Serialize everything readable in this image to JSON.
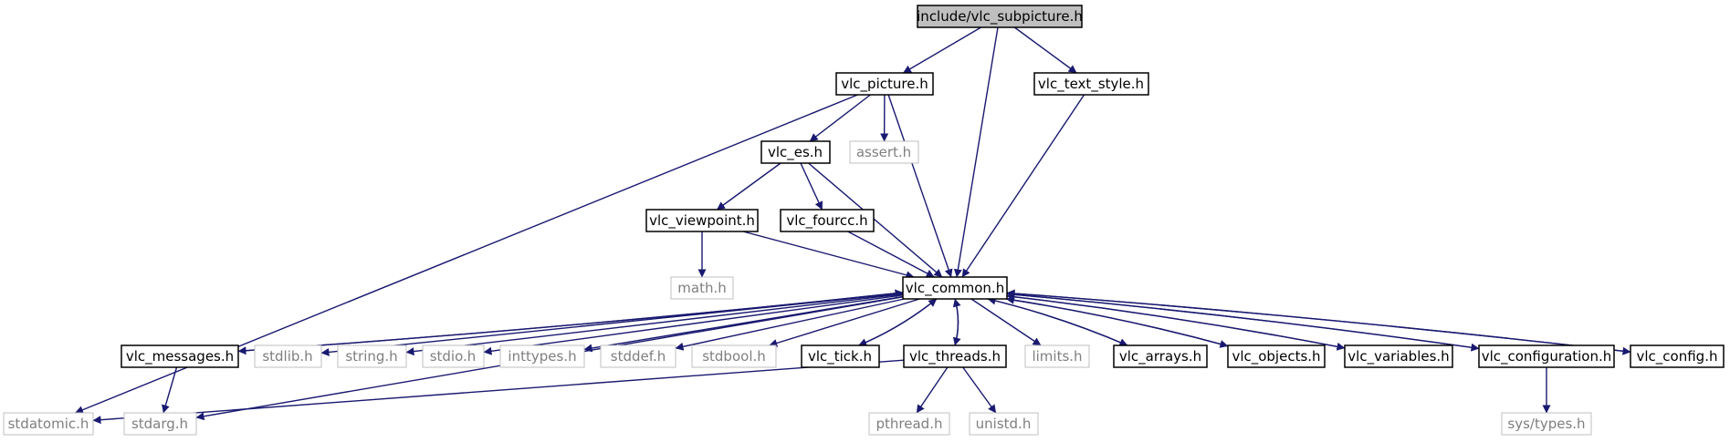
{
  "colors": {
    "edge": "#191970",
    "border": "#000000",
    "external_border": "#bfbfbf",
    "root_fill": "#bfbfbf",
    "text": "#000000",
    "external_text": "#7f7f7f"
  },
  "nodes": {
    "root": {
      "label": "include/vlc_subpicture.h",
      "kind": "root"
    },
    "vlc_picture": {
      "label": "vlc_picture.h",
      "kind": "internal"
    },
    "vlc_text_style": {
      "label": "vlc_text_style.h",
      "kind": "internal"
    },
    "vlc_es": {
      "label": "vlc_es.h",
      "kind": "internal"
    },
    "assert": {
      "label": "assert.h",
      "kind": "external"
    },
    "vlc_viewpoint": {
      "label": "vlc_viewpoint.h",
      "kind": "internal"
    },
    "vlc_fourcc": {
      "label": "vlc_fourcc.h",
      "kind": "internal"
    },
    "math": {
      "label": "math.h",
      "kind": "external"
    },
    "vlc_common": {
      "label": "vlc_common.h",
      "kind": "internal"
    },
    "vlc_messages": {
      "label": "vlc_messages.h",
      "kind": "internal"
    },
    "stdlib": {
      "label": "stdlib.h",
      "kind": "external"
    },
    "string": {
      "label": "string.h",
      "kind": "external"
    },
    "stdio": {
      "label": "stdio.h",
      "kind": "external"
    },
    "inttypes": {
      "label": "inttypes.h",
      "kind": "external"
    },
    "stddef": {
      "label": "stddef.h",
      "kind": "external"
    },
    "stdbool": {
      "label": "stdbool.h",
      "kind": "external"
    },
    "vlc_tick": {
      "label": "vlc_tick.h",
      "kind": "internal"
    },
    "vlc_threads": {
      "label": "vlc_threads.h",
      "kind": "internal"
    },
    "limits": {
      "label": "limits.h",
      "kind": "external"
    },
    "vlc_arrays": {
      "label": "vlc_arrays.h",
      "kind": "internal"
    },
    "vlc_objects": {
      "label": "vlc_objects.h",
      "kind": "internal"
    },
    "vlc_variables": {
      "label": "vlc_variables.h",
      "kind": "internal"
    },
    "vlc_configuration": {
      "label": "vlc_configuration.h",
      "kind": "internal"
    },
    "vlc_config": {
      "label": "vlc_config.h",
      "kind": "internal"
    },
    "stdatomic": {
      "label": "stdatomic.h",
      "kind": "external"
    },
    "stdarg": {
      "label": "stdarg.h",
      "kind": "external"
    },
    "pthread": {
      "label": "pthread.h",
      "kind": "external"
    },
    "unistd": {
      "label": "unistd.h",
      "kind": "external"
    },
    "sys_types": {
      "label": "sys/types.h",
      "kind": "external"
    }
  },
  "edges": [
    [
      "root",
      "vlc_picture"
    ],
    [
      "root",
      "vlc_common"
    ],
    [
      "root",
      "vlc_text_style"
    ],
    [
      "vlc_picture",
      "stdatomic"
    ],
    [
      "vlc_picture",
      "vlc_es"
    ],
    [
      "vlc_picture",
      "assert"
    ],
    [
      "vlc_picture",
      "vlc_common"
    ],
    [
      "vlc_text_style",
      "vlc_common"
    ],
    [
      "vlc_es",
      "vlc_viewpoint"
    ],
    [
      "vlc_es",
      "vlc_fourcc"
    ],
    [
      "vlc_es",
      "vlc_common"
    ],
    [
      "vlc_viewpoint",
      "math"
    ],
    [
      "vlc_viewpoint",
      "vlc_common"
    ],
    [
      "vlc_fourcc",
      "vlc_common"
    ],
    [
      "vlc_common",
      "vlc_messages"
    ],
    [
      "vlc_common",
      "stdlib"
    ],
    [
      "vlc_common",
      "string"
    ],
    [
      "vlc_common",
      "stdio"
    ],
    [
      "vlc_common",
      "inttypes"
    ],
    [
      "vlc_common",
      "stddef"
    ],
    [
      "vlc_common",
      "stdbool"
    ],
    [
      "vlc_common",
      "vlc_tick"
    ],
    [
      "vlc_common",
      "vlc_threads"
    ],
    [
      "vlc_common",
      "limits"
    ],
    [
      "vlc_common",
      "vlc_arrays"
    ],
    [
      "vlc_common",
      "vlc_objects"
    ],
    [
      "vlc_common",
      "vlc_variables"
    ],
    [
      "vlc_common",
      "vlc_configuration"
    ],
    [
      "vlc_common",
      "vlc_config"
    ],
    [
      "vlc_common",
      "stdarg"
    ],
    [
      "vlc_messages",
      "vlc_common"
    ],
    [
      "vlc_messages",
      "stdarg"
    ],
    [
      "vlc_tick",
      "vlc_common"
    ],
    [
      "vlc_threads",
      "vlc_common"
    ],
    [
      "vlc_threads",
      "stdatomic"
    ],
    [
      "vlc_threads",
      "pthread"
    ],
    [
      "vlc_threads",
      "unistd"
    ],
    [
      "vlc_arrays",
      "vlc_common"
    ],
    [
      "vlc_objects",
      "vlc_common"
    ],
    [
      "vlc_variables",
      "vlc_common"
    ],
    [
      "vlc_configuration",
      "vlc_common"
    ],
    [
      "vlc_configuration",
      "sys_types"
    ],
    [
      "vlc_config",
      "vlc_common"
    ]
  ]
}
